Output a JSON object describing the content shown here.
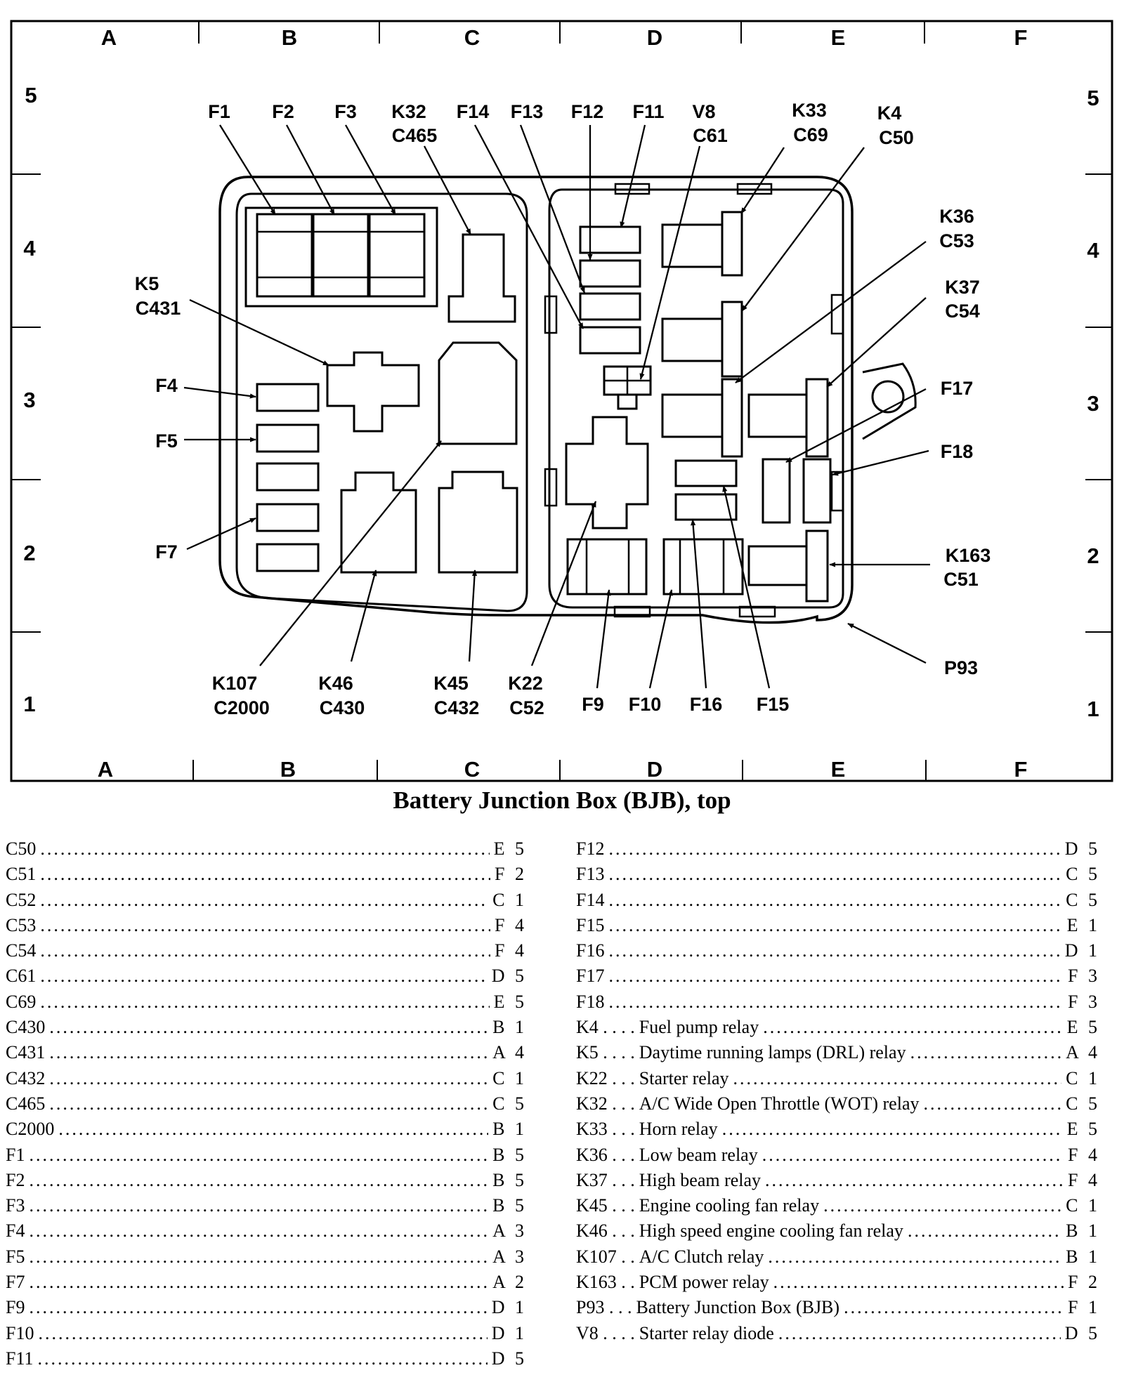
{
  "grid": {
    "columns": [
      "A",
      "B",
      "C",
      "D",
      "E",
      "F"
    ],
    "rows_left": [
      "5",
      "4",
      "3",
      "2",
      "1"
    ],
    "rows_right": [
      "5",
      "4",
      "3",
      "2",
      "1"
    ]
  },
  "callouts": {
    "F1": "F1",
    "F2": "F2",
    "F3": "F3",
    "K32": "K32",
    "C465": "C465",
    "F14": "F14",
    "F13": "F13",
    "F12": "F12",
    "F11": "F11",
    "V8": "V8",
    "C61": "C61",
    "K33": "K33",
    "C69": "C69",
    "K4": "K4",
    "C50": "C50",
    "K36": "K36",
    "C53": "C53",
    "K37": "K37",
    "C54": "C54",
    "F17": "F17",
    "F18": "F18",
    "K163": "K163",
    "C51": "C51",
    "P93": "P93",
    "K5": "K5",
    "C431": "C431",
    "F4": "F4",
    "F5": "F5",
    "F7": "F7",
    "K107": "K107",
    "C2000": "C2000",
    "K46": "K46",
    "C430": "C430",
    "K45": "K45",
    "C432": "C432",
    "K22": "K22",
    "C52": "C52",
    "F9": "F9",
    "F10": "F10",
    "F16": "F16",
    "F15": "F15"
  },
  "caption": "Battery Junction Box (BJB), top",
  "legend_left": [
    {
      "code": "C50",
      "loc": "E 5"
    },
    {
      "code": "C51",
      "loc": "F 2"
    },
    {
      "code": "C52",
      "loc": "C 1"
    },
    {
      "code": "C53",
      "loc": "F 4"
    },
    {
      "code": "C54",
      "loc": "F 4"
    },
    {
      "code": "C61",
      "loc": "D 5"
    },
    {
      "code": "C69",
      "loc": "E 5"
    },
    {
      "code": "C430",
      "loc": "B 1"
    },
    {
      "code": "C431",
      "loc": "A 4"
    },
    {
      "code": "C432",
      "loc": "C 1"
    },
    {
      "code": "C465",
      "loc": "C 5"
    },
    {
      "code": "C2000",
      "loc": "B 1"
    },
    {
      "code": "F1",
      "loc": "B 5"
    },
    {
      "code": "F2",
      "loc": "B 5"
    },
    {
      "code": "F3",
      "loc": "B 5"
    },
    {
      "code": "F4",
      "loc": "A 3"
    },
    {
      "code": "F5",
      "loc": "A 3"
    },
    {
      "code": "F7",
      "loc": "A 2"
    },
    {
      "code": "F9",
      "loc": "D 1"
    },
    {
      "code": "F10",
      "loc": "D 1"
    },
    {
      "code": "F11",
      "loc": "D 5"
    }
  ],
  "legend_right": [
    {
      "code": "F12",
      "desc": "",
      "loc": "D 5"
    },
    {
      "code": "F13",
      "desc": "",
      "loc": "C 5"
    },
    {
      "code": "F14",
      "desc": "",
      "loc": "C 5"
    },
    {
      "code": "F15",
      "desc": "",
      "loc": "E 1"
    },
    {
      "code": "F16",
      "desc": "",
      "loc": "D 1"
    },
    {
      "code": "F17",
      "desc": "",
      "loc": "F 3"
    },
    {
      "code": "F18",
      "desc": "",
      "loc": "F 3"
    },
    {
      "code": "K4 . . . .",
      "desc": "Fuel pump relay",
      "loc": "E 5"
    },
    {
      "code": "K5 . . . .",
      "desc": "Daytime running lamps (DRL) relay",
      "loc": "A 4"
    },
    {
      "code": "K22 . . .",
      "desc": "Starter relay",
      "loc": "C 1"
    },
    {
      "code": "K32 . . .",
      "desc": "A/C Wide Open Throttle (WOT) relay",
      "loc": "C 5"
    },
    {
      "code": "K33 . . .",
      "desc": "Horn relay",
      "loc": "E 5"
    },
    {
      "code": "K36 . . .",
      "desc": "Low beam relay",
      "loc": "F 4"
    },
    {
      "code": "K37 . . .",
      "desc": "High beam relay",
      "loc": "F 4"
    },
    {
      "code": "K45 . . .",
      "desc": "Engine cooling fan relay",
      "loc": "C 1"
    },
    {
      "code": "K46 . . .",
      "desc": "High speed engine cooling fan relay",
      "loc": "B 1"
    },
    {
      "code": "K107 . .",
      "desc": "A/C Clutch relay",
      "loc": "B 1"
    },
    {
      "code": "K163 . .",
      "desc": "PCM power relay",
      "loc": "F 2"
    },
    {
      "code": "P93 . . .",
      "desc": "Battery Junction Box (BJB)",
      "loc": "F 1"
    },
    {
      "code": "V8 . . . .",
      "desc": "Starter relay diode",
      "loc": "D 5"
    }
  ]
}
